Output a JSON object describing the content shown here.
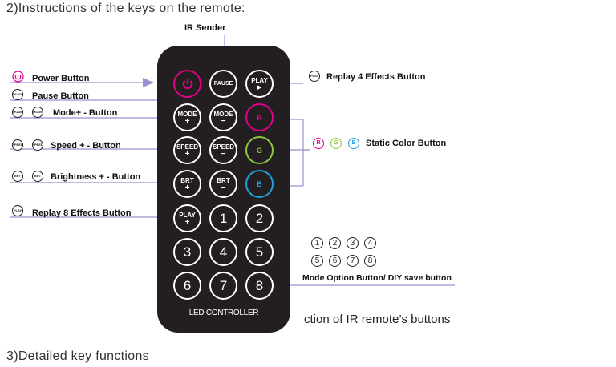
{
  "headings": {
    "section2": "2)Instructions of the keys on the remote:",
    "section3": "3)Detailed key functions",
    "caption": "ction of IR remote’s buttons"
  },
  "labels": {
    "ir_sender": "IR Sender",
    "power": "Power Button",
    "pause": "Pause Button",
    "mode": "Mode+ - Button",
    "speed": "Speed + - Button",
    "brightness": "Brightness + - Button",
    "replay8": "Replay 8 Effects Button",
    "replay4": "Replay 4 Effects Button",
    "static_color": "Static Color Button",
    "mode_option": "Mode Option Button/ DIY save button"
  },
  "legend_icons": {
    "pause": "PAUSE",
    "mode": "MODE",
    "speed": "SPEED",
    "brt": "BRT",
    "play": "PLAY",
    "r": "R",
    "g": "G",
    "b": "B",
    "numbers": [
      "1",
      "2",
      "3",
      "4",
      "5",
      "6",
      "7",
      "8"
    ]
  },
  "remote": {
    "brand": "LED CONTROLLER",
    "pause": "PAUSE",
    "play": "PLAY",
    "play_symbol": "▶",
    "mode": "MODE",
    "speed": "SPEED",
    "brt": "BRT",
    "plus": "+",
    "minus": "−",
    "r": "R",
    "g": "G",
    "b": "B",
    "numbers": [
      "1",
      "2",
      "3",
      "4",
      "5",
      "6",
      "7",
      "8"
    ]
  },
  "colors": {
    "remote_body": "#231f20",
    "power": "#e2008a",
    "red_ring": "#e2008a",
    "green_ring": "#8dc63f",
    "blue_ring": "#1ea0db",
    "pointer_lines": "#9b8fd0"
  }
}
